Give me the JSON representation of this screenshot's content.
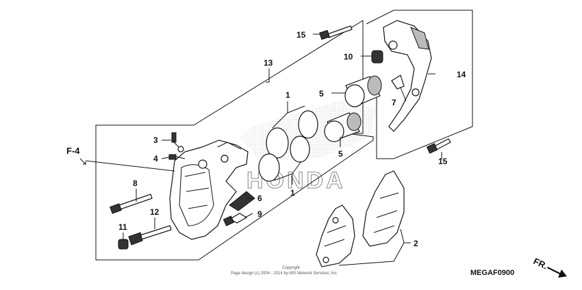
{
  "callouts": {
    "c1a": "1",
    "c1b": "1",
    "c2": "2",
    "c3": "3",
    "c4": "4",
    "c5a": "5",
    "c5b": "5",
    "c6": "6",
    "c7": "7",
    "c8": "8",
    "c9": "9",
    "c10": "10",
    "c11": "11",
    "c12": "12",
    "c13": "13",
    "c14": "14",
    "c15a": "15",
    "c15b": "15"
  },
  "ref_label": "F-4",
  "direction_label": "FR.",
  "diagram_code": "MEGAF0900",
  "watermark": "HONDA",
  "copyright": {
    "line1": "Copyright",
    "line2": "Page design (c) 2004 - 2014 by ARI Network Services, Inc."
  }
}
